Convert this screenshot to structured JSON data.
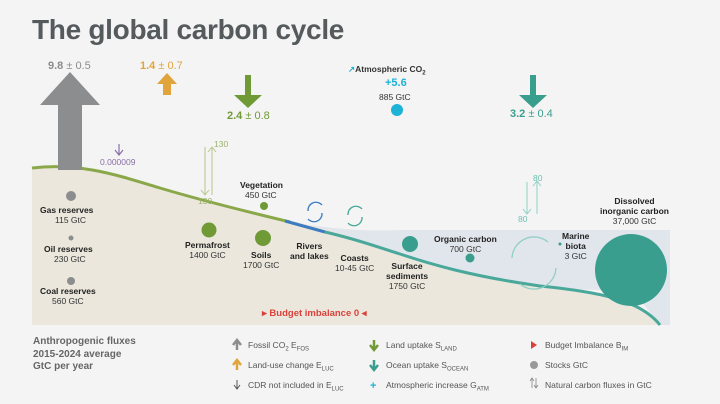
{
  "title": "The global carbon cycle",
  "fluxes": {
    "fossil": {
      "value": "9.8",
      "unc": "± 0.5"
    },
    "landuse": {
      "value": "1.4",
      "unc": "± 0.7"
    },
    "land_uptake": {
      "value": "2.4",
      "unc": "± 0.8"
    },
    "ocean_uptake": {
      "value": "3.2",
      "unc": "± 0.4"
    },
    "cdr": "0.000009",
    "atmos": {
      "label": "Atmospheric CO",
      "sub": "2",
      "value": "+5.6",
      "stock": "885 GtC"
    }
  },
  "natural": {
    "land_up": "130",
    "land_down": "130",
    "ocean_up": "80",
    "ocean_down": "80"
  },
  "stocks": {
    "gas": {
      "name": "Gas reserves",
      "value": "115 GtC"
    },
    "oil": {
      "name": "Oil reserves",
      "value": "230 GtC"
    },
    "coal": {
      "name": "Coal reserves",
      "value": "560 GtC"
    },
    "vegetation": {
      "name": "Vegetation",
      "value": "450 GtC"
    },
    "permafrost": {
      "name": "Permafrost",
      "value": "1400 GtC"
    },
    "soils": {
      "name": "Soils",
      "value": "1700 GtC"
    },
    "rivers": {
      "name1": "Rivers",
      "name2": "and lakes"
    },
    "coasts": {
      "name": "Coasts",
      "value": "10-45 GtC"
    },
    "sediments": {
      "name1": "Surface",
      "name2": "sediments",
      "value": "1750 GtC"
    },
    "organic": {
      "name": "Organic carbon",
      "value": "700 GtC"
    },
    "marine": {
      "name1": "Marine",
      "name2": "biota",
      "value": "3 GtC"
    },
    "dissolved": {
      "name1": "Dissolved",
      "name2": "inorganic carbon",
      "value": "37,000 GtC"
    }
  },
  "budget": "Budget imbalance 0",
  "legend": {
    "title1": "Anthropogenic fluxes",
    "title2": "2015-2024 average",
    "title3": "GtC per year",
    "fossil": "Fossil CO",
    "fossil_sub1": "2",
    "fossil_mid": " E",
    "fossil_sub2": "FOS",
    "landuse": "Land-use change E",
    "landuse_sub": "LUC",
    "cdr": "CDR not included in E",
    "cdr_sub": "LUC",
    "land": "Land uptake S",
    "land_sub": "LAND",
    "ocean": "Ocean uptake S",
    "ocean_sub": "OCEAN",
    "atm": "Atmospheric increase G",
    "atm_sub": "ATM",
    "budget": "Budget Imbalance B",
    "budget_sub": "IM",
    "stocks": "Stocks GtC",
    "natural": "Natural carbon fluxes in GtC"
  },
  "colors": {
    "fossil": "#8c8d8e",
    "landuse": "#e0a43a",
    "land": "#6f9a36",
    "ocean": "#3a9e8f",
    "atmos": "#1cb3d6",
    "cdr": "#8a6fa8",
    "budget": "#d9423b"
  }
}
